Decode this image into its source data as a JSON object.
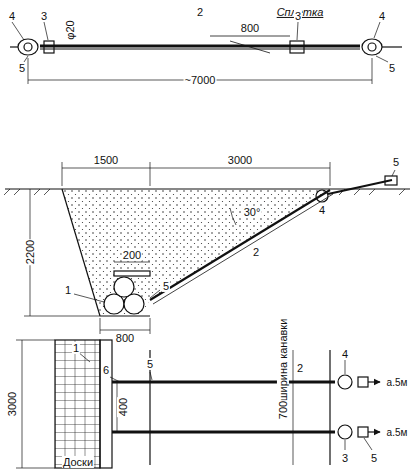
{
  "diagram": {
    "labels": [
      "4",
      "3",
      "2",
      "Сплетка",
      "φ20",
      "800",
      "3",
      "4",
      "5",
      "5",
      "~7000",
      "1500",
      "3000",
      "5",
      "2200",
      "30°",
      "4",
      "2",
      "1",
      "200",
      "5",
      "800",
      "3000",
      "1",
      "6",
      "5",
      "2",
      "4",
      "ширина канавки",
      "400",
      "700",
      "а.5м",
      "а.5м",
      "3",
      "5",
      "Доски"
    ]
  }
}
